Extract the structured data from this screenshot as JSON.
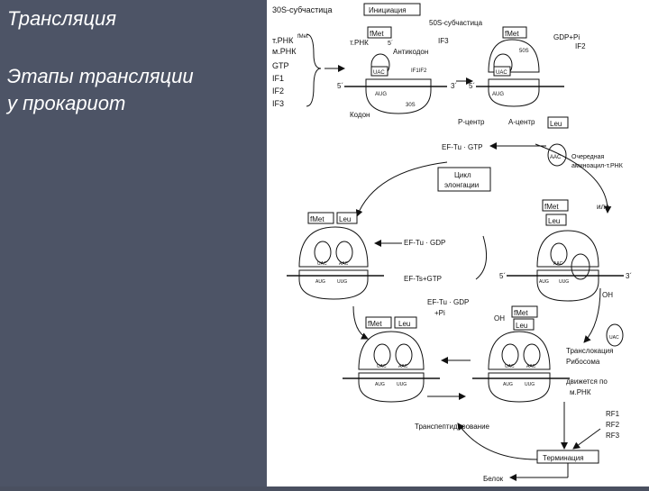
{
  "slide": {
    "title": "Трансляция",
    "subtitle_line1": "Этапы трансляции",
    "subtitle_line2": "у прокариот"
  },
  "labels": {
    "s30": "30S-субчастица",
    "s50": "50S-субчастица",
    "initiation": "Инициация",
    "trna_fmet": "т.РНК",
    "trna_sup": "fMet",
    "mrna": "м.РНК",
    "gtp": "GTP",
    "if1": "IF1",
    "if2": "IF2",
    "if3": "IF3",
    "fmet": "fMet",
    "trna": "т.РНК",
    "anticodon": "Антикодон",
    "if3_b": "IF3",
    "if1if2": "IF1IF2",
    "codon": "Кодон",
    "gdp_pi": "GDP+Pi",
    "if2_b": "IF2",
    "p_site": "Р-центр",
    "a_site": "А-центр",
    "leu": "Leu",
    "ef_tu_gtp": "EF-Tu · GTP",
    "next_trna_1": "Очередная",
    "next_trna_2": "аминоацил-т.РНК",
    "elong_1": "Цикл",
    "elong_2": "элонгации",
    "or": "или",
    "ef_tu_gdp": "EF-Tu · GDP",
    "ef_ts_gtp": "EF-Ts+GTP",
    "ef_tu_gdp_pi": "EF-Tu · GDP",
    "plus_pi": "+Pi",
    "oh": "OH",
    "oh2": "OH",
    "translocation_1": "Транслокация",
    "translocation_2": "Рибосома",
    "translocation_3": "движется по",
    "translocation_4": "м.РНК",
    "transpeptidation": "Транспептидирование",
    "rf1": "RF1",
    "rf2": "RF2",
    "rf3": "RF3",
    "termination": "Терминация",
    "protein": "Белок",
    "uac": "UAC",
    "aug": "AUG",
    "aac": "AAC",
    "uug": "UUG",
    "five": "5´",
    "three": "3´",
    "s30_small": "30S",
    "s50_small": "50S"
  },
  "colors": {
    "left_panel": "#4d5466",
    "text_light": "#ffffff",
    "ink": "#111111"
  }
}
